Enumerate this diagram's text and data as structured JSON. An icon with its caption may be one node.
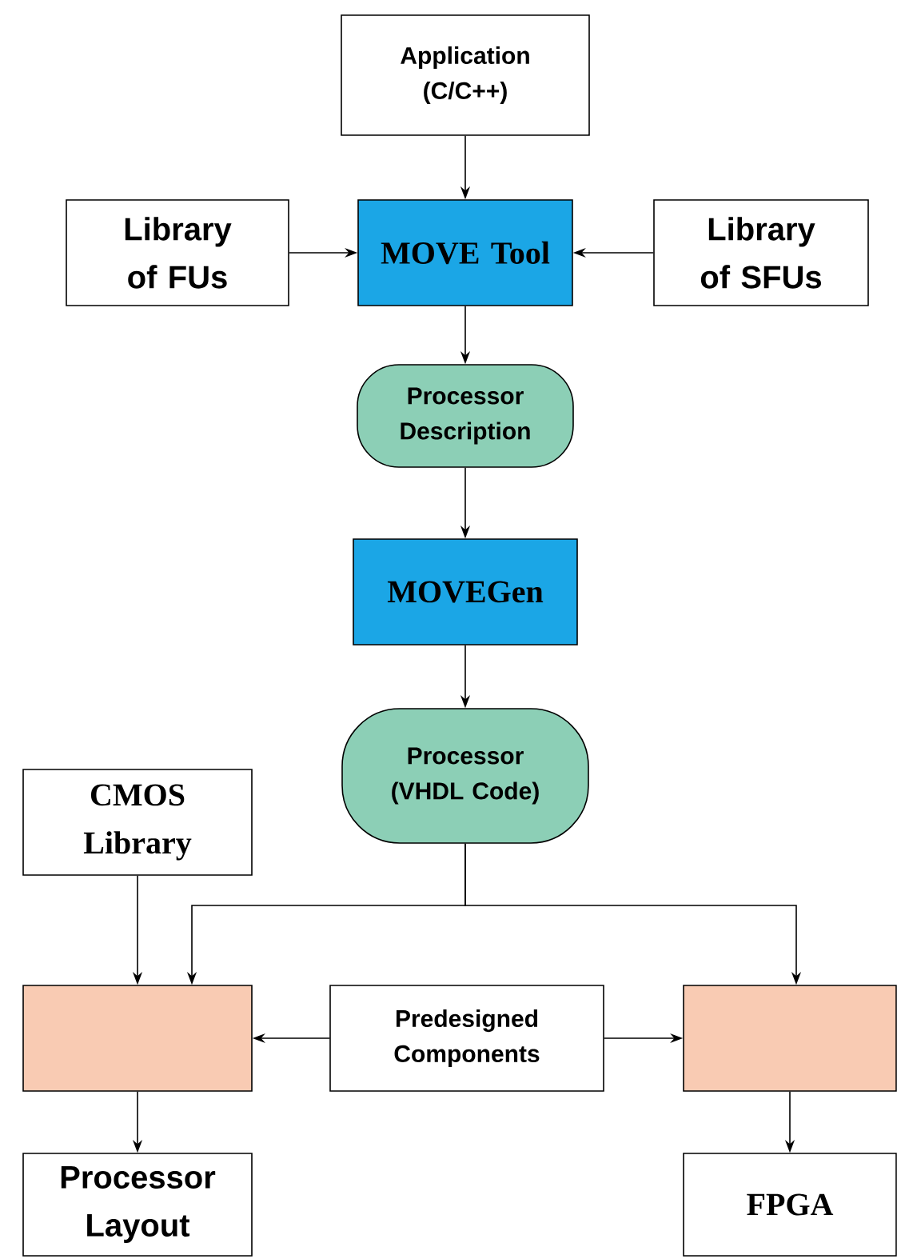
{
  "diagram": {
    "nodes": [
      {
        "text": [
          "Application (C/C++)"
        ]
      },
      {
        "text": [
          "Library of FUs"
        ]
      },
      {
        "text": [
          "MOVE Tool"
        ]
      },
      {
        "text": [
          "Library of SFUs"
        ]
      },
      {
        "text": [
          "Processor Description"
        ]
      },
      {
        "text": [
          "MOVEGen"
        ]
      },
      {
        "text": [
          "Processor (VHDL Code)"
        ]
      },
      {
        "text": [
          "CMOS Library"
        ]
      },
      {
        "text": [],
        "shape": "box"
      },
      {
        "text": [
          "Predesigned Components"
        ]
      },
      {
        "text": [],
        "shape": "box"
      },
      {
        "text": [
          "Processor Layout"
        ]
      },
      {
        "text": [
          "FPGA"
        ]
      }
    ],
    "edges": [
      {
        "from": 0,
        "to": 2,
        "arrow": "to"
      },
      {
        "from": 1,
        "to": 2,
        "arrow": "to"
      },
      {
        "from": 3,
        "to": 2,
        "arrow": "to"
      },
      {
        "from": 2,
        "to": 4,
        "arrow": "to"
      },
      {
        "from": 4,
        "to": 5,
        "arrow": "to"
      },
      {
        "from": 5,
        "to": 6,
        "arrow": "to"
      },
      {
        "from": 6,
        "to": 8,
        "arrow": "to"
      },
      {
        "from": 6,
        "to": 10,
        "arrow": "to"
      },
      {
        "from": 7,
        "to": 8,
        "arrow": "to"
      },
      {
        "from": 9,
        "to": 8,
        "arrow": "to"
      },
      {
        "from": 9,
        "to": 10,
        "arrow": "to"
      },
      {
        "from": 8,
        "to": 11,
        "arrow": "to"
      },
      {
        "from": 10,
        "to": 12,
        "arrow": "to"
      }
    ]
  }
}
